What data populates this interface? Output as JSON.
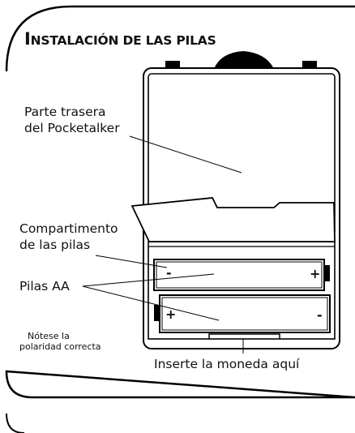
{
  "title": {
    "first_letter": "I",
    "rest": "NSTALACIÓN DE LAS PILAS"
  },
  "labels": {
    "back_line1": "Parte trasera",
    "back_line2": "del Pocketalker",
    "compartment_line1": "Compartimento",
    "compartment_line2": "de las pilas",
    "batteries": "Pilas AA",
    "note_line1": "Nótese la",
    "note_line2": "polaridad correcta",
    "coin": "Inserte la moneda aquí"
  },
  "battery_symbols": {
    "top_left": "-",
    "top_right": "+",
    "bottom_left": "+",
    "bottom_right": "-"
  }
}
